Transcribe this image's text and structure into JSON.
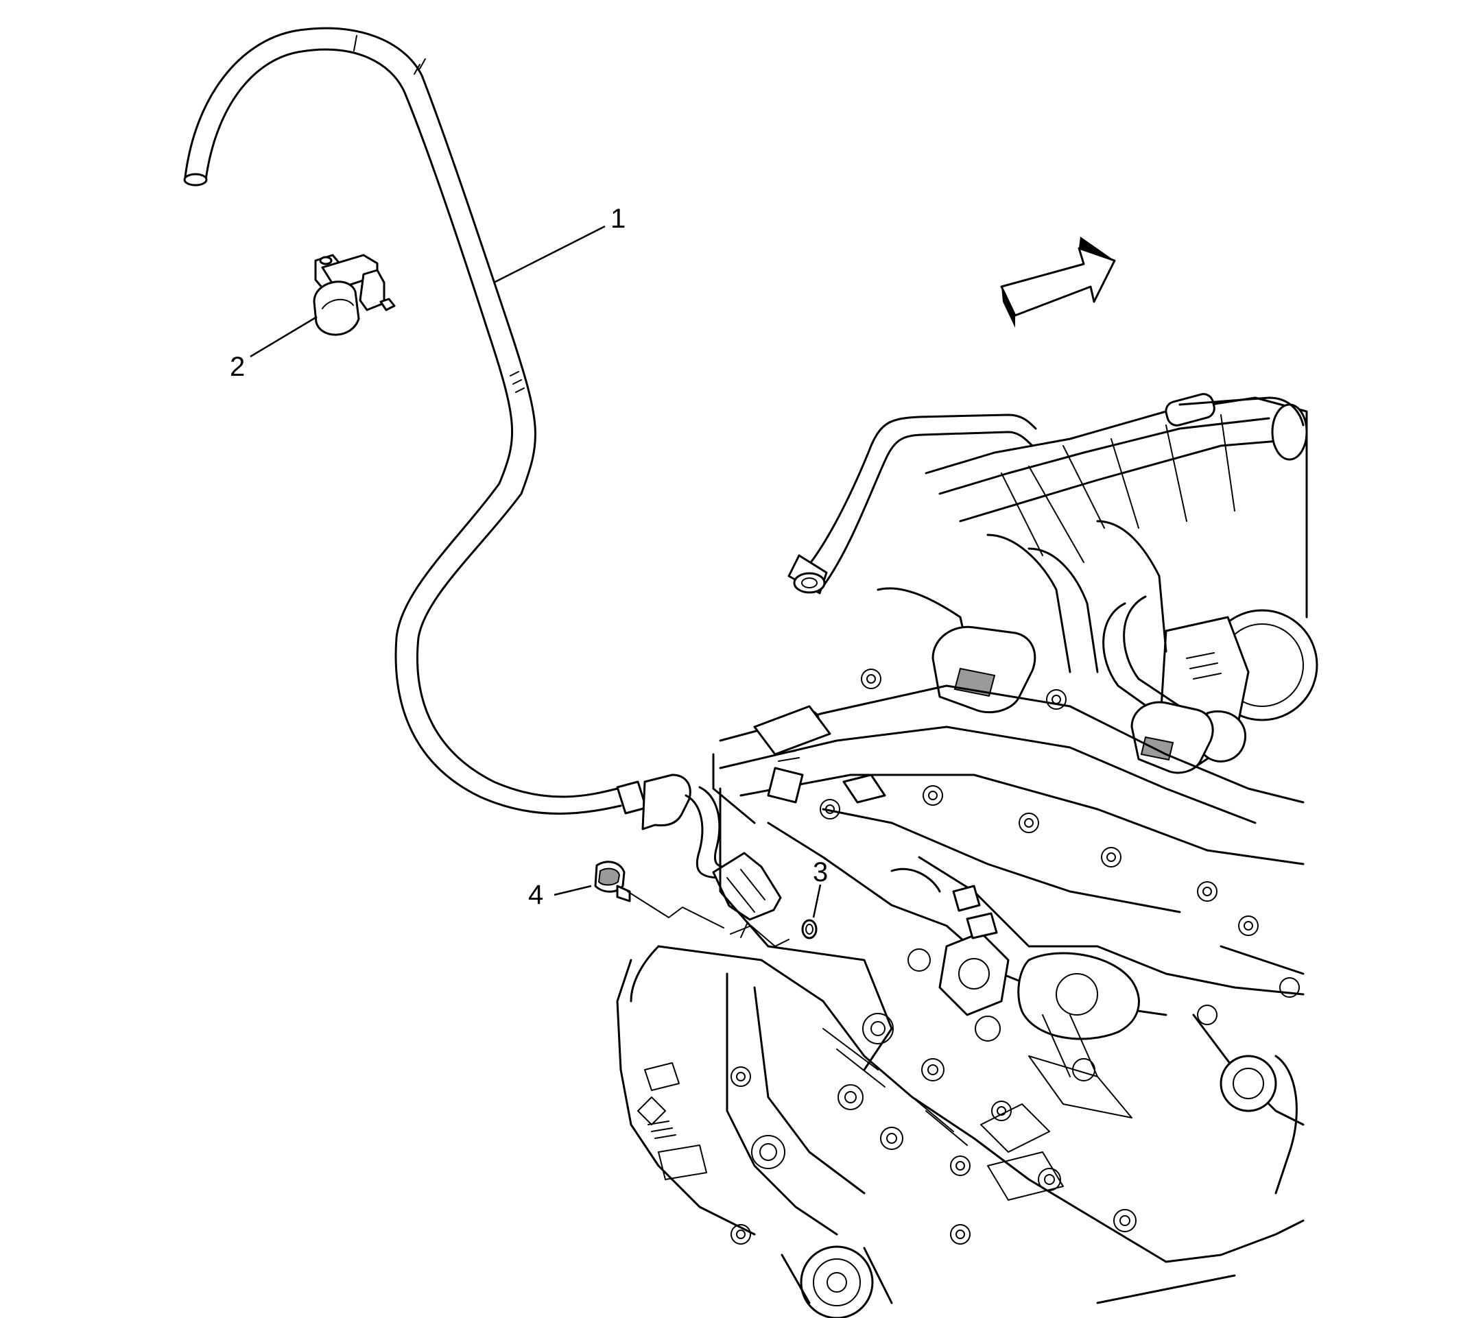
{
  "callouts": [
    {
      "id": 1,
      "label": "1"
    },
    {
      "id": 2,
      "label": "2"
    },
    {
      "id": 3,
      "label": "3"
    },
    {
      "id": 4,
      "label": "4"
    }
  ],
  "colors": {
    "line": "#000000",
    "background": "#ffffff",
    "shade": "#9a9a9a"
  }
}
